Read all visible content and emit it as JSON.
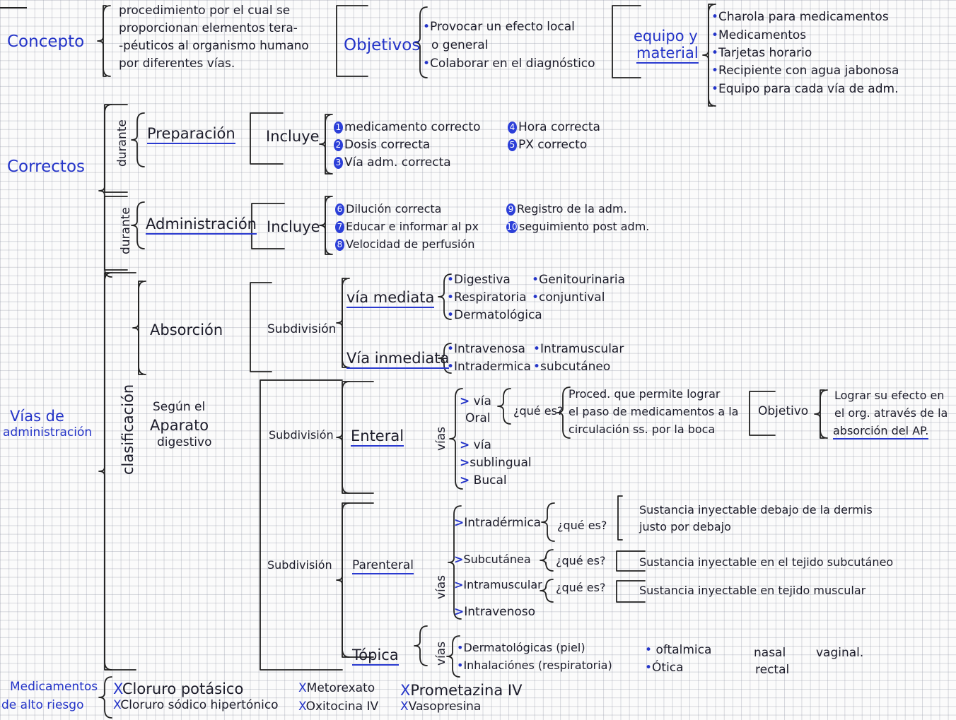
{
  "concepto": {
    "title": "Concepto",
    "definition": [
      "procedimiento por el cual se",
      "proporcionan elementos tera-",
      "-péuticos al organismo humano",
      "por diferentes vías."
    ],
    "objetivos_label": "Objetivos",
    "objetivos": [
      "Provocar un efecto local",
      "o general",
      "Colaborar en el diagnóstico"
    ],
    "equipo_label": [
      "equipo y",
      "material"
    ],
    "equipo": [
      "Charola para medicamentos",
      "Medicamentos",
      "Tarjetas horario",
      "Recipiente con agua jabonosa",
      "Equipo para cada vía de adm."
    ]
  },
  "correctos": {
    "title": "Correctos",
    "antes_label": "durante",
    "preparacion": "Preparación",
    "incluye1": "Incluye",
    "prep_items_a": [
      "medicamento correcto",
      "Dosis correcta",
      "Vía adm. correcta"
    ],
    "prep_nums_a": [
      "1",
      "2",
      "3"
    ],
    "prep_items_b": [
      "Hora correcta",
      "PX correcto"
    ],
    "prep_nums_b": [
      "4",
      "5"
    ],
    "durante_label": "durante",
    "administracion": "Administración",
    "incluye2": "Incluye",
    "adm_items_a": [
      "Dilución correcta",
      "Educar e informar al px",
      "Velocidad de perfusión"
    ],
    "adm_nums_a": [
      "6",
      "7",
      "8"
    ],
    "adm_items_b": [
      "Registro de la adm.",
      "seguimiento post adm."
    ],
    "adm_nums_b": [
      "9",
      "10"
    ]
  },
  "vias": {
    "title": [
      "Vías de",
      "administración"
    ],
    "clasificacion": "clasificación",
    "absorcion": "Absorción",
    "subdivision": "Subdivisión",
    "via_mediata": "vía mediata",
    "mediata_items": [
      "Digestiva",
      "Genitourinaria",
      "Respiratoria",
      "conjuntival",
      "Dermatológica"
    ],
    "via_inmediata": "Vía inmediata",
    "inmediata_items": [
      "Intravenosa",
      "Intramuscular",
      "Intradermica",
      "subcutáneo"
    ],
    "aparato": [
      "Según el",
      "Aparato",
      "digestivo"
    ],
    "subdivision2": "Subdivisión",
    "enteral": "Enteral",
    "vias_label": "vías",
    "oral": [
      "vía",
      "Oral"
    ],
    "que_es": "¿qué es?",
    "oral_def": [
      "Proced. que permite lograr",
      "el paso de medicamentos a la",
      "circulación ss. por la boca"
    ],
    "objetivo": "Objetivo",
    "objetivo_def": [
      "Lograr su efecto en",
      "el org. através de la",
      "absorción del AP."
    ],
    "sublingual": [
      "vía",
      "sublingual"
    ],
    "bucal": "Bucal",
    "subdivision3": "Subdivisión",
    "parenteral": "Parenteral",
    "intradermica": "Intradérmica",
    "que_es2": "¿qué es?",
    "intradermica_def": [
      "Sustancia inyectable debajo de la dermis",
      "justo por debajo"
    ],
    "subcutanea": "Subcutánea",
    "que_es3": "¿qué es?",
    "subcutanea_def": "Sustancia inyectable en el tejido subcutáneo",
    "intramuscular": "Intramuscular",
    "que_es4": "¿qué es?",
    "intramuscular_def": "Sustancia inyectable en tejido muscular",
    "intravenoso": "Intravenoso",
    "topica": "Tópica",
    "topica_items": [
      "Dermatológicas (piel)",
      "Inhalaciónes (respiratoria)"
    ],
    "topica_items2": [
      "oftalmica",
      "Ótica"
    ],
    "topica_items3": [
      "nasal",
      "rectal"
    ],
    "topica_items4": "vaginal."
  },
  "alto_riesgo": {
    "title": [
      "Medicamentos",
      "de alto riesgo"
    ],
    "col1": [
      "Cloruro potásico",
      "Cloruro sódico hipertónico"
    ],
    "col2": [
      "Metorexato",
      "Oxitocina IV"
    ],
    "col3": [
      "Prometazina IV",
      "Vasopresina"
    ],
    "mark": "X"
  }
}
